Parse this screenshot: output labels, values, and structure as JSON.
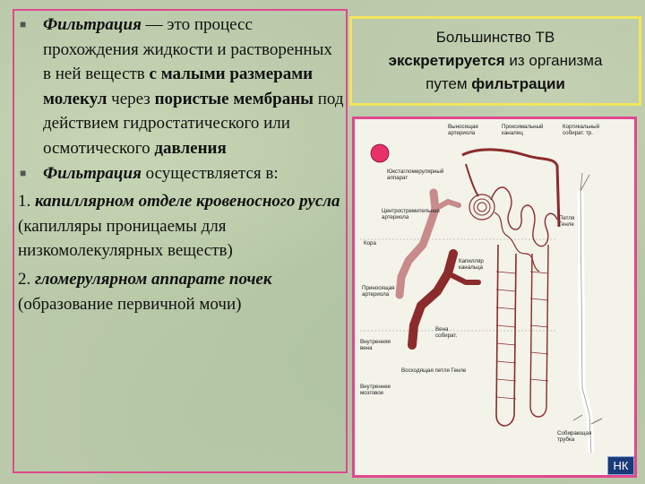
{
  "left": {
    "p1": {
      "term": "Фильтрация",
      "t1": " — это процесс прохождения жидкости и растворенных в ней веществ ",
      "b1": "с малыми размерами молекул",
      "t2": " через ",
      "b2": "пористые мембраны",
      "t3": " под действием гидростатического или осмотического ",
      "b3": "давления"
    },
    "p2": {
      "term": "Фильтрация",
      "rest": " осуществляется в:"
    },
    "item1": {
      "num": "1. ",
      "bold": "капиллярном отделе кровеносного русла",
      "rest": "  (капилляры проницаемы для низкомолекулярных веществ)"
    },
    "item2": {
      "num": "2. ",
      "bold": "гломерулярном аппарате почек",
      "rest": " (образование первичной мочи)"
    }
  },
  "caption": {
    "l1": "Большинство ТВ",
    "l2b": "экскретируется",
    "l2": " из организма",
    "l3": "путем ",
    "l3b": "фильтрации"
  },
  "figure": {
    "labels": {
      "l1": "Выносящая",
      "l1b": "артериола",
      "l2": "Проксимальный",
      "l2b": "каналец",
      "l3": "Кортикальный",
      "l3b": "собират. тр.",
      "l4": "Юкстагломерулярный",
      "l4b": "аппарат",
      "l5": "Центростремительная",
      "l5b": "артериола",
      "l6": "Кора",
      "l7": "Приносящая",
      "l7b": "артериола",
      "l8": "Петля",
      "l8b": "Генле",
      "l9": "Капилляр",
      "l9b": "канальца",
      "l10": "Внутренняя",
      "l10b": "вена",
      "l11": "Вена",
      "l11b": "собират.",
      "l12": "Внутреннее",
      "l12b": "мозговое",
      "l13": "Восходящая петля Генле",
      "l14": "Собирающая",
      "l14b": "трубка"
    }
  },
  "nav": {
    "label": "НК"
  },
  "colors": {
    "border": "#e0488f",
    "caption_border": "#f0e65a",
    "vessel": "#8b2b2b",
    "artery": "#c88a8a",
    "gloss": "#e8306a"
  }
}
